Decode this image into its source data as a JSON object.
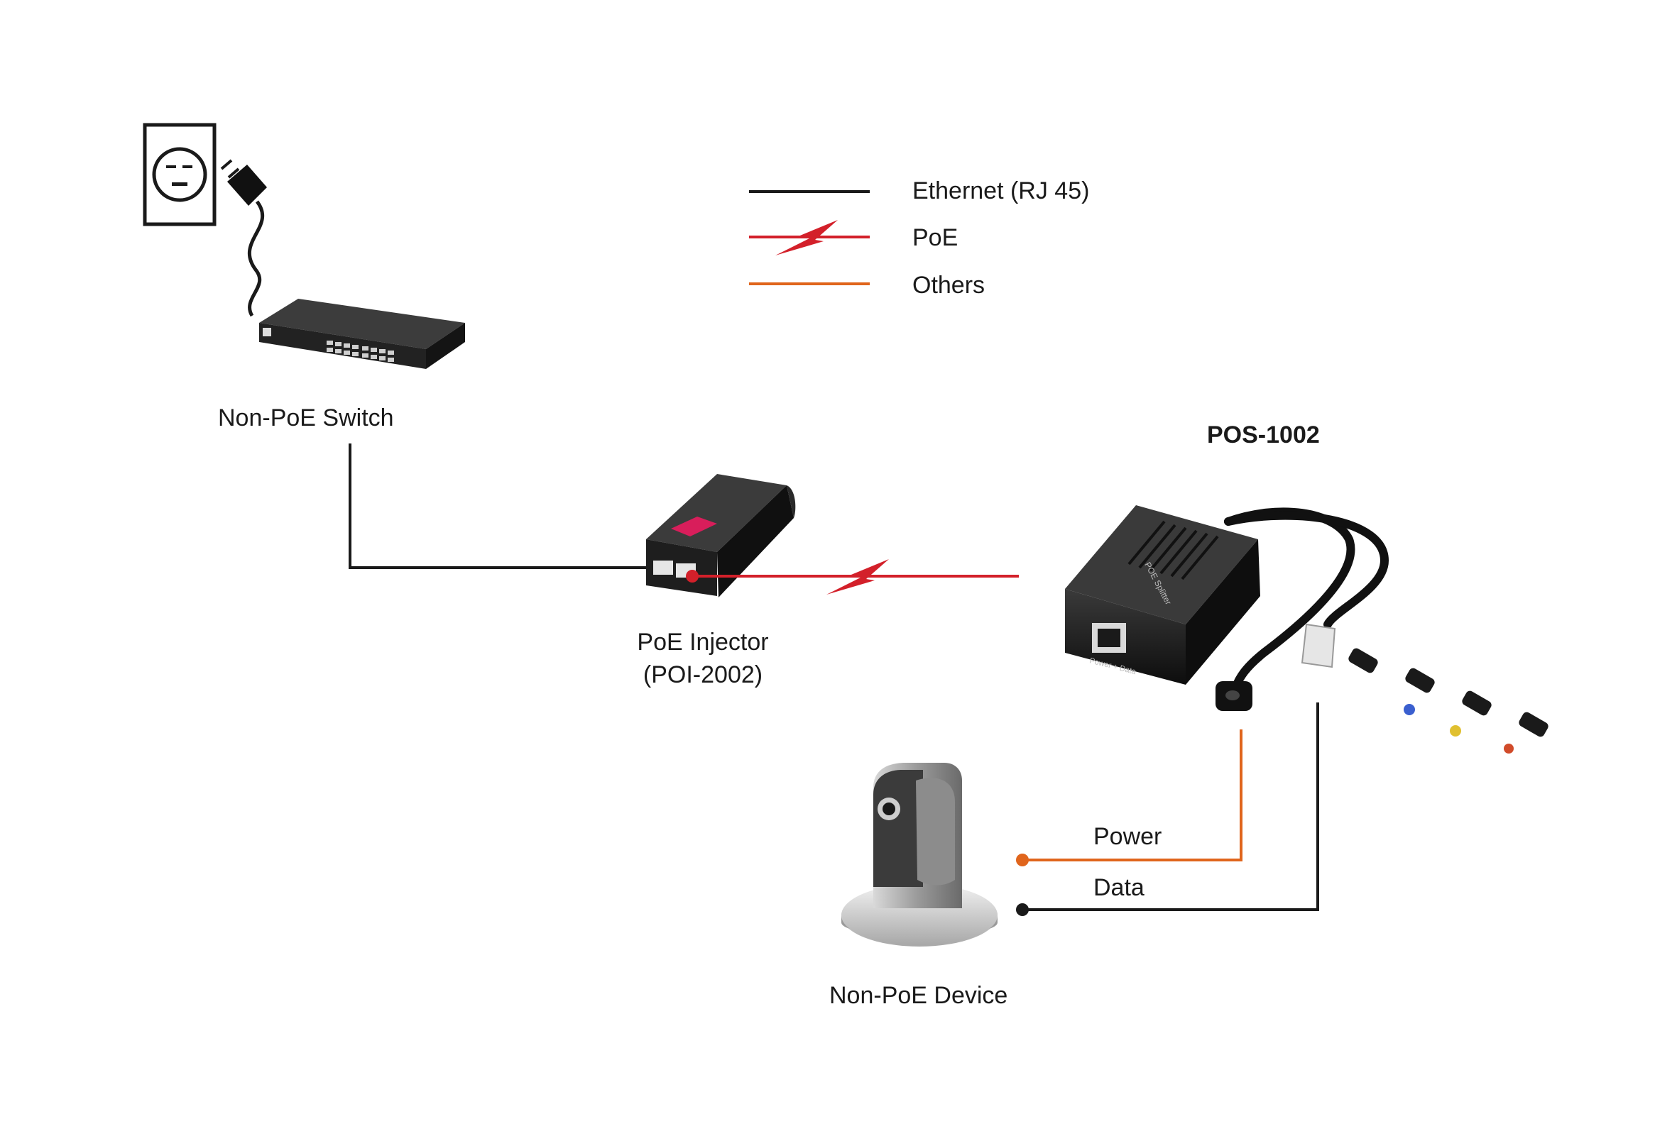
{
  "legend": {
    "ethernet": "Ethernet (RJ 45)",
    "poe": "PoE",
    "others": "Others"
  },
  "devices": {
    "switch_label": "Non-PoE Switch",
    "injector_label_line1": "PoE Injector",
    "injector_label_line2": "(POI-2002)",
    "splitter_title": "POS-1002",
    "splitter_text": "POE Splitter",
    "splitter_port_text": "Power + Data",
    "device_label": "Non-PoE Device"
  },
  "connections": {
    "power_label": "Power",
    "data_label": "Data"
  },
  "colors": {
    "ethernet": "#1a1a1a",
    "poe": "#d3202a",
    "others": "#e0651c"
  }
}
